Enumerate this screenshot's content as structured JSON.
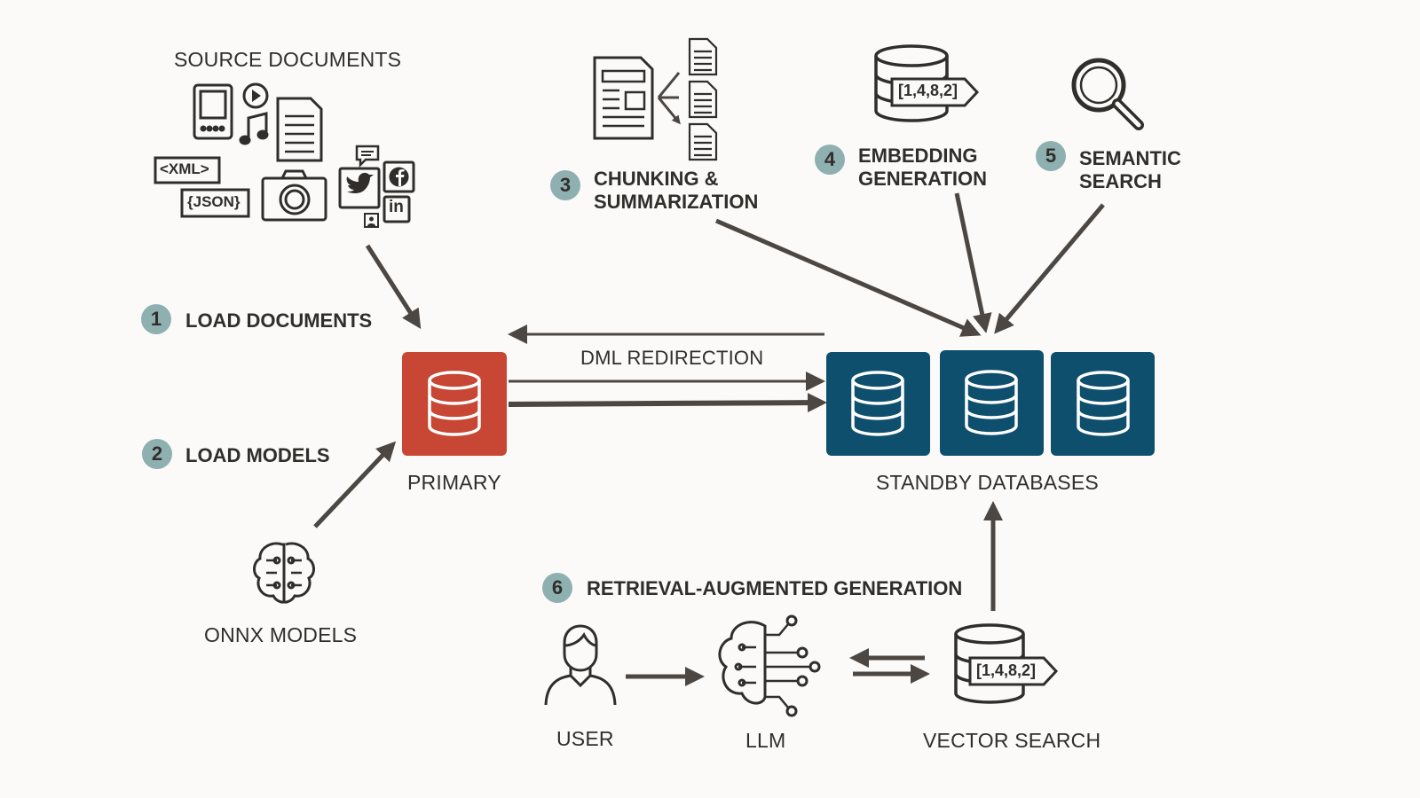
{
  "colors": {
    "primary_db": "#c74634",
    "standby_db": "#0e4f6e",
    "badge": "#8fb0b0",
    "arrow": "#4d4743",
    "text": "#312d2a"
  },
  "source_documents": {
    "title": "SOURCE DOCUMENTS",
    "tags": {
      "xml": "<XML>",
      "json": "{JSON}",
      "linkedin": "in"
    },
    "icons": [
      "tablet-icon",
      "play-icon",
      "music-note-icon",
      "document-icon",
      "camera-icon",
      "twitter-icon",
      "facebook-icon",
      "linkedin-icon",
      "chat-bubble-icon"
    ]
  },
  "steps": [
    {
      "number": "1",
      "label": "LOAD DOCUMENTS"
    },
    {
      "number": "2",
      "label": "LOAD MODELS"
    },
    {
      "number": "3",
      "label": "CHUNKING &\nSUMMARIZATION"
    },
    {
      "number": "4",
      "label": "EMBEDDING\nGENERATION"
    },
    {
      "number": "5",
      "label": "SEMANTIC\nSEARCH"
    },
    {
      "number": "6",
      "label": "RETRIEVAL-AUGMENTED GENERATION"
    }
  ],
  "primary": {
    "label": "PRIMARY"
  },
  "standby": {
    "label": "STANDBY DATABASES"
  },
  "dml": {
    "label": "DML REDIRECTION"
  },
  "onnx": {
    "label": "ONNX MODELS"
  },
  "embedding_vector": "[1,4,8,2]",
  "rag": {
    "user_label": "USER",
    "llm_label": "LLM",
    "vector_label": "VECTOR SEARCH"
  }
}
